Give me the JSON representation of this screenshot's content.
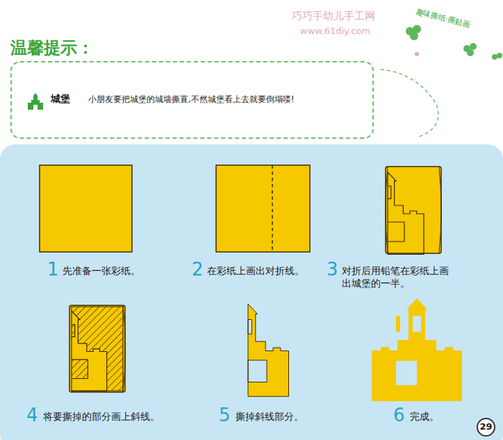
{
  "diagram": {
    "title": "温馨提示：",
    "nodes": [
      {
        "text": [
          "城堡",
          "小朋友要把城堡的城墙撕直,不然城堡看上去就要倒塌喽!"
        ]
      },
      {
        "text": [
          "29"
        ]
      }
    ],
    "labels": [
      "巧巧手幼儿手工网",
      "www.61diy.com",
      "趣味撕纸·撕贴画",
      "1",
      "先准备一张彩纸。",
      "2",
      "在彩纸上画出对折线。",
      "3",
      "对折后用铅笔在彩纸上画出城堡的一半。",
      "4",
      "将要撕掉的部分画上斜线。",
      "5",
      "撕掉斜线部分。",
      "6",
      "完成。"
    ]
  }
}
